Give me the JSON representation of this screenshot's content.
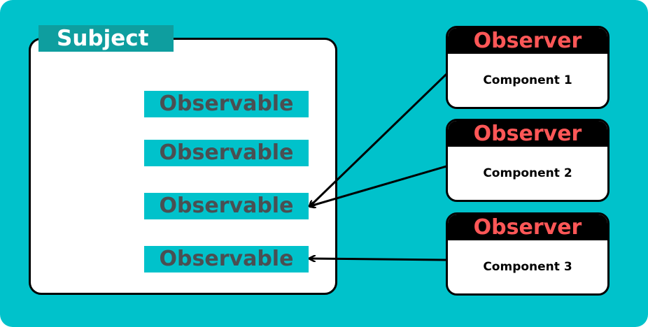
{
  "colors": {
    "background": "#00C2CB",
    "subject_label_bg": "#0E9E9F",
    "observer_header_bg": "#000000",
    "observer_title": "#FF5757",
    "observable_text": "#4a4f52"
  },
  "subject": {
    "label": "Subject",
    "observables": [
      "Observable",
      "Observable",
      "Observable",
      "Observable"
    ]
  },
  "observers": [
    {
      "title": "Observer",
      "component": "Component 1"
    },
    {
      "title": "Observer",
      "component": "Component 2"
    },
    {
      "title": "Observer",
      "component": "Component 3"
    }
  ],
  "arrows": [
    {
      "from": "observer-1",
      "to": "observable-3"
    },
    {
      "from": "observer-2",
      "to": "observable-3"
    },
    {
      "from": "observer-3",
      "to": "observable-4"
    }
  ]
}
